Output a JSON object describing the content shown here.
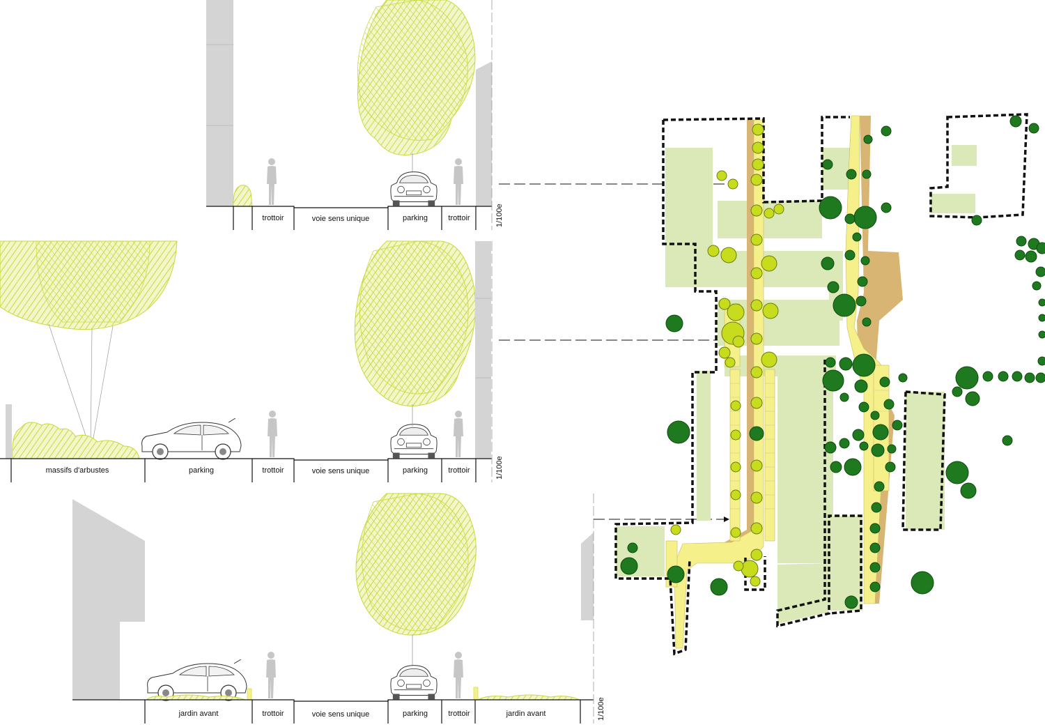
{
  "sections": [
    {
      "id": "section-1",
      "scale": "1/100e",
      "labels": [
        "trottoir",
        "voie sens unique",
        "parking",
        "trottoir"
      ]
    },
    {
      "id": "section-2",
      "scale": "1/100e",
      "labels": [
        "massifs d'arbustes",
        "parking",
        "trottoir",
        "voie sens unique",
        "parking",
        "trottoir"
      ]
    },
    {
      "id": "section-3",
      "scale": "1/100e",
      "labels": [
        "jardin avant",
        "trottoir",
        "voie sens unique",
        "parking",
        "trottoir",
        "jardin avant"
      ]
    }
  ],
  "colors": {
    "hatch": "#c8d93a",
    "hatch_fill": "#eef3b8",
    "building": "#d4d4d4",
    "lawn": "#dbe8b8",
    "road_yellow": "#f6f08a",
    "path_tan": "#d8b573",
    "tree_dark": "#1f7a1f",
    "tree_light": "#c8dc1e",
    "boundary": "#111111"
  }
}
